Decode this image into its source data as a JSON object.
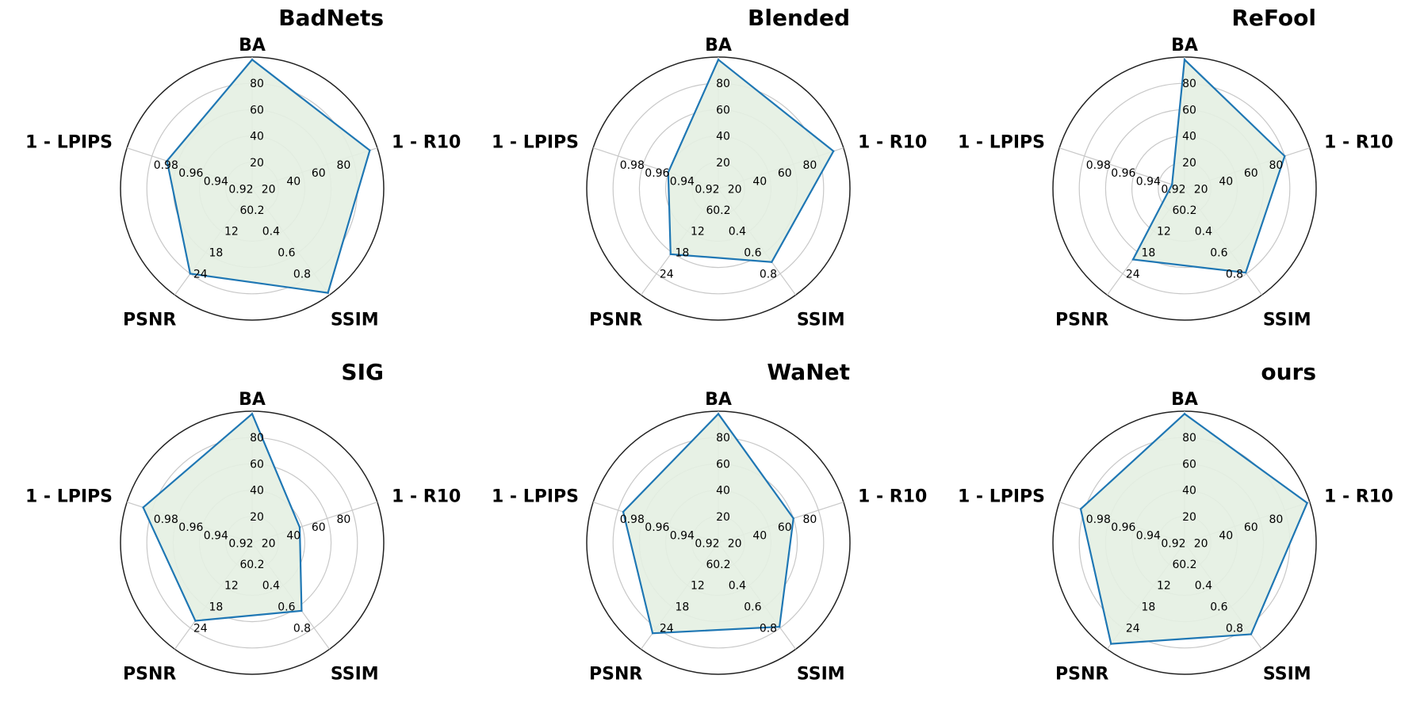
{
  "chart_data": [
    {
      "type": "radar",
      "title": "BadNets",
      "axes": [
        "BA",
        "1 - R10",
        "SSIM",
        "PSNR",
        "1 - LPIPS"
      ],
      "values": [
        98,
        94,
        0.98,
        24,
        0.968
      ]
    },
    {
      "type": "radar",
      "title": "Blended",
      "axes": [
        "BA",
        "1 - R10",
        "SSIM",
        "PSNR",
        "1 - LPIPS"
      ],
      "values": [
        98,
        92,
        0.69,
        18.5,
        0.94
      ]
    },
    {
      "type": "radar",
      "title": "ReFool",
      "axes": [
        "BA",
        "1 - R10",
        "SSIM",
        "PSNR",
        "1 - LPIPS"
      ],
      "values": [
        98,
        80,
        0.79,
        20,
        0.91
      ]
    },
    {
      "type": "radar",
      "title": "SIG",
      "axes": [
        "BA",
        "1 - R10",
        "SSIM",
        "PSNR",
        "1 - LPIPS"
      ],
      "values": [
        98,
        38,
        0.64,
        22,
        0.987
      ]
    },
    {
      "type": "radar",
      "title": "WaNet",
      "axes": [
        "BA",
        "1 - R10",
        "SSIM",
        "PSNR",
        "1 - LPIPS"
      ],
      "values": [
        98,
        60,
        0.79,
        25.5,
        0.976
      ]
    },
    {
      "type": "radar",
      "title": "ours",
      "axes": [
        "BA",
        "1 - R10",
        "SSIM",
        "PSNR",
        "1 - LPIPS"
      ],
      "values": [
        98,
        98,
        0.86,
        28.5,
        0.983
      ]
    }
  ],
  "scales": {
    "BA": {
      "min": 0,
      "max": 100,
      "ticks": [
        20,
        40,
        60,
        80
      ],
      "labels": [
        "20",
        "40",
        "60",
        "80"
      ]
    },
    "1 - R10": {
      "min": 0,
      "max": 100,
      "ticks": [
        20,
        40,
        60,
        80
      ],
      "labels": [
        "20",
        "40",
        "60",
        "80"
      ]
    },
    "SSIM": {
      "min": 0,
      "max": 1,
      "ticks": [
        0.2,
        0.4,
        0.6,
        0.8
      ],
      "labels": [
        "0.2",
        "0.4",
        "0.6",
        "0.8"
      ]
    },
    "PSNR": {
      "min": 0,
      "max": 30,
      "ticks": [
        6,
        12,
        18,
        24
      ],
      "labels": [
        "6",
        "12",
        "18",
        "24"
      ]
    },
    "1 - LPIPS": {
      "min": 0.9,
      "max": 1.0,
      "ticks": [
        0.92,
        0.94,
        0.96,
        0.98
      ],
      "labels": [
        "0.92",
        "0.94",
        "0.96",
        "0.98"
      ]
    }
  },
  "colors": {
    "line": "#1f77b4",
    "fill": "#e4efe2",
    "grid": "#c8c8c8",
    "frame": "#222222"
  }
}
